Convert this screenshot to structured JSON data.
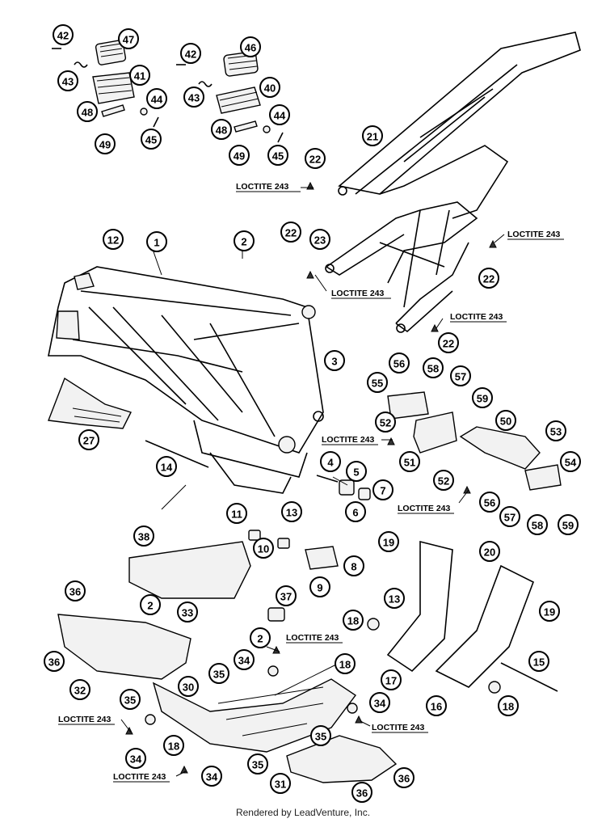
{
  "parts": [
    {
      "id": "p42a",
      "label": "42"
    },
    {
      "id": "p47",
      "label": "47"
    },
    {
      "id": "p43a",
      "label": "43"
    },
    {
      "id": "p41",
      "label": "41"
    },
    {
      "id": "p48a",
      "label": "48"
    },
    {
      "id": "p44a",
      "label": "44"
    },
    {
      "id": "p49a",
      "label": "49"
    },
    {
      "id": "p45a",
      "label": "45"
    },
    {
      "id": "p42b",
      "label": "42"
    },
    {
      "id": "p46",
      "label": "46"
    },
    {
      "id": "p43b",
      "label": "43"
    },
    {
      "id": "p40",
      "label": "40"
    },
    {
      "id": "p48b",
      "label": "48"
    },
    {
      "id": "p44b",
      "label": "44"
    },
    {
      "id": "p49b",
      "label": "49"
    },
    {
      "id": "p45b",
      "label": "45"
    },
    {
      "id": "p21",
      "label": "21"
    },
    {
      "id": "p22a",
      "label": "22"
    },
    {
      "id": "p12",
      "label": "12"
    },
    {
      "id": "p1",
      "label": "1"
    },
    {
      "id": "p2a",
      "label": "2"
    },
    {
      "id": "p22b",
      "label": "22"
    },
    {
      "id": "p23",
      "label": "23"
    },
    {
      "id": "p22c",
      "label": "22"
    },
    {
      "id": "p22d",
      "label": "22"
    },
    {
      "id": "p3",
      "label": "3"
    },
    {
      "id": "p56a",
      "label": "56"
    },
    {
      "id": "p58a",
      "label": "58"
    },
    {
      "id": "p57a",
      "label": "57"
    },
    {
      "id": "p55",
      "label": "55"
    },
    {
      "id": "p59a",
      "label": "59"
    },
    {
      "id": "p27",
      "label": "27"
    },
    {
      "id": "p52a",
      "label": "52"
    },
    {
      "id": "p50",
      "label": "50"
    },
    {
      "id": "p53",
      "label": "53"
    },
    {
      "id": "p14",
      "label": "14"
    },
    {
      "id": "p4",
      "label": "4"
    },
    {
      "id": "p5",
      "label": "5"
    },
    {
      "id": "p51",
      "label": "51"
    },
    {
      "id": "p54",
      "label": "54"
    },
    {
      "id": "p52b",
      "label": "52"
    },
    {
      "id": "p7",
      "label": "7"
    },
    {
      "id": "p6",
      "label": "6"
    },
    {
      "id": "p56b",
      "label": "56"
    },
    {
      "id": "p11",
      "label": "11"
    },
    {
      "id": "p13a",
      "label": "13"
    },
    {
      "id": "p57b",
      "label": "57"
    },
    {
      "id": "p58b",
      "label": "58"
    },
    {
      "id": "p59b",
      "label": "59"
    },
    {
      "id": "p38",
      "label": "38"
    },
    {
      "id": "p10",
      "label": "10"
    },
    {
      "id": "p19a",
      "label": "19"
    },
    {
      "id": "p20",
      "label": "20"
    },
    {
      "id": "p8",
      "label": "8"
    },
    {
      "id": "p9",
      "label": "9"
    },
    {
      "id": "p36a",
      "label": "36"
    },
    {
      "id": "p2b",
      "label": "2"
    },
    {
      "id": "p33",
      "label": "33"
    },
    {
      "id": "p37",
      "label": "37"
    },
    {
      "id": "p13b",
      "label": "13"
    },
    {
      "id": "p19b",
      "label": "19"
    },
    {
      "id": "p2c",
      "label": "2"
    },
    {
      "id": "p18a",
      "label": "18"
    },
    {
      "id": "p36b",
      "label": "36"
    },
    {
      "id": "p34a",
      "label": "34"
    },
    {
      "id": "p18b",
      "label": "18"
    },
    {
      "id": "p15",
      "label": "15"
    },
    {
      "id": "p17",
      "label": "17"
    },
    {
      "id": "p35a",
      "label": "35"
    },
    {
      "id": "p32",
      "label": "32"
    },
    {
      "id": "p30",
      "label": "30"
    },
    {
      "id": "p35b",
      "label": "35"
    },
    {
      "id": "p34b",
      "label": "34"
    },
    {
      "id": "p16",
      "label": "16"
    },
    {
      "id": "p18c",
      "label": "18"
    },
    {
      "id": "p18d",
      "label": "18"
    },
    {
      "id": "p35c",
      "label": "35"
    },
    {
      "id": "p34c",
      "label": "34"
    },
    {
      "id": "p35d",
      "label": "35"
    },
    {
      "id": "p34d",
      "label": "34"
    },
    {
      "id": "p31",
      "label": "31"
    },
    {
      "id": "p36c",
      "label": "36"
    },
    {
      "id": "p36d",
      "label": "36"
    }
  ],
  "notes": [
    {
      "id": "n1",
      "text": "LOCTITE 243"
    },
    {
      "id": "n2",
      "text": "LOCTITE 243"
    },
    {
      "id": "n3",
      "text": "LOCTITE 243"
    },
    {
      "id": "n4",
      "text": "LOCTITE 243"
    },
    {
      "id": "n5",
      "text": "LOCTITE 243"
    },
    {
      "id": "n6",
      "text": "LOCTITE 243"
    },
    {
      "id": "n7",
      "text": "LOCTITE 243"
    },
    {
      "id": "n8",
      "text": "LOCTITE 243"
    },
    {
      "id": "n9",
      "text": "LOCTITE 243"
    },
    {
      "id": "n10",
      "text": "LOCTITE 243"
    }
  ],
  "footer": "Rendered by LeadVenture, Inc."
}
